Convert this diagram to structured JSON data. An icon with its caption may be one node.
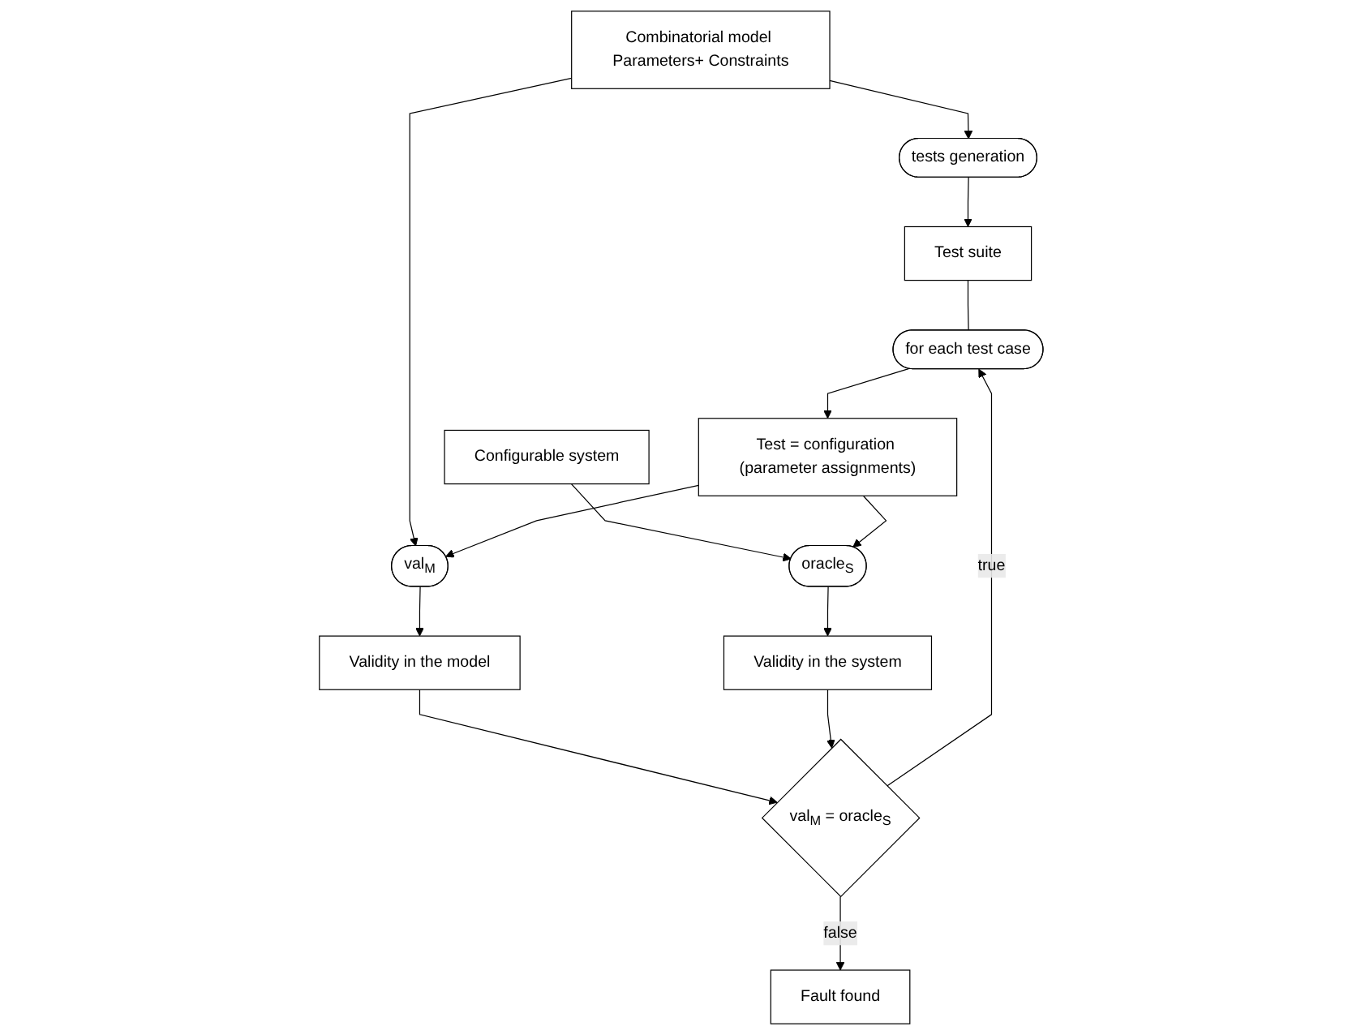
{
  "diagram": {
    "nodes": [
      {
        "text": [
          "Combinatorial model Parameters+ Constraints"
        ]
      },
      {
        "text": [
          "tests generation"
        ]
      },
      {
        "text": [
          "Configurable system"
        ]
      },
      {
        "text": [
          "Test suite"
        ]
      },
      {
        "text": [
          "for each test case"
        ]
      },
      {
        "text": [
          "val$_{M}$"
        ]
      },
      {
        "text": [
          "Test = configuration (parameter assignments)"
        ]
      },
      {
        "text": [
          "oracle$_{S}$"
        ]
      },
      {
        "text": [
          "Validity in the model"
        ]
      },
      {
        "text": [
          "val$_{M}$ = oracle$_{S}$"
        ]
      },
      {
        "text": [
          "Validity in the system"
        ]
      },
      {
        "text": [
          "Fault found"
        ]
      }
    ],
    "edges": [
      {
        "from": 0,
        "to": 1,
        "arrow": "to"
      },
      {
        "from": 1,
        "to": 3,
        "arrow": "to"
      },
      {
        "from": 3,
        "to": 4,
        "arrow": "none"
      },
      {
        "from": 4,
        "to": 6,
        "arrow": "to"
      },
      {
        "from": 0,
        "to": 5,
        "arrow": "to"
      },
      {
        "from": 2,
        "to": 7,
        "arrow": "to"
      },
      {
        "from": 6,
        "to": 5,
        "arrow": "to"
      },
      {
        "from": 6,
        "to": 7,
        "arrow": "to"
      },
      {
        "from": 5,
        "to": 8,
        "arrow": "to"
      },
      {
        "from": 7,
        "to": 10,
        "arrow": "to"
      },
      {
        "from": 8,
        "to": 9,
        "arrow": "to"
      },
      {
        "from": 10,
        "to": 9,
        "arrow": "to"
      },
      {
        "from": 9,
        "to": 4,
        "label": "true",
        "arrow": "to"
      },
      {
        "from": 9,
        "to": 11,
        "label": "false",
        "arrow": "to"
      }
    ]
  }
}
